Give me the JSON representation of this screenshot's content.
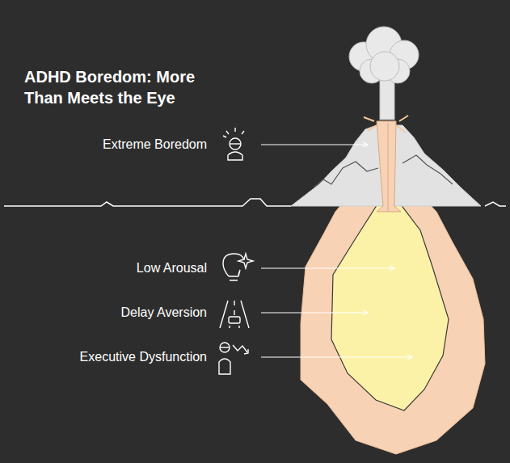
{
  "diagram": {
    "title": "ADHD Boredom: More Than Meets the Eye",
    "labels": [
      "Extreme Boredom",
      "Low Arousal",
      "Delay Aversion",
      "Executive Dysfunction"
    ]
  }
}
